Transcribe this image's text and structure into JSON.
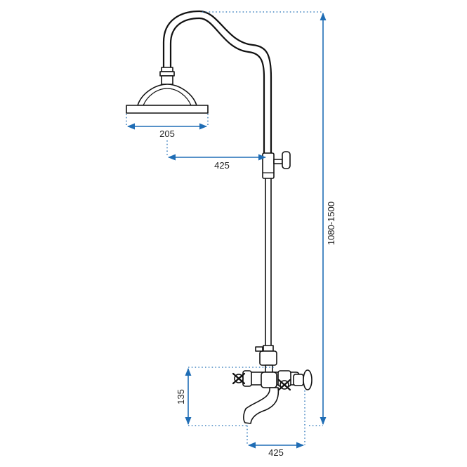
{
  "colors": {
    "dimension": "#1f6db5",
    "outline": "#111111",
    "background": "#ffffff"
  },
  "dimensions": {
    "head_width": "205",
    "arm_reach": "425",
    "height_range": "1080-1500",
    "mixer_height": "135",
    "spout_reach": "425"
  }
}
